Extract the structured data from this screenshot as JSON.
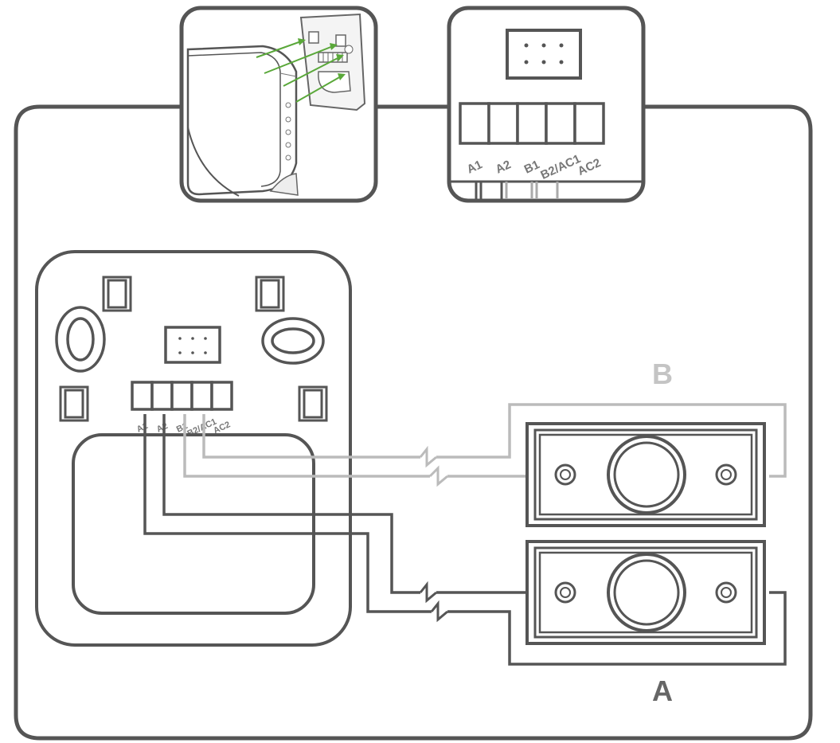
{
  "colors": {
    "outline": "#555555",
    "wire_a": "#555555",
    "wire_b": "#bbbbbb",
    "arrow": "#5aa83a",
    "label_a": "#666666",
    "label_b": "#c4c4c4"
  },
  "terminals": [
    "A1",
    "A2",
    "B1",
    "B2/AC1",
    "AC2"
  ],
  "zoom_terminals": [
    "A1",
    "A2",
    "B1",
    "B2/AC1",
    "AC2"
  ],
  "circuits": {
    "a": {
      "label": "A"
    },
    "b": {
      "label": "B"
    }
  },
  "icons": {
    "thermostat_inset": "thermostat-mounting-illustration",
    "break_symbol": "wire-break-zigzag"
  }
}
